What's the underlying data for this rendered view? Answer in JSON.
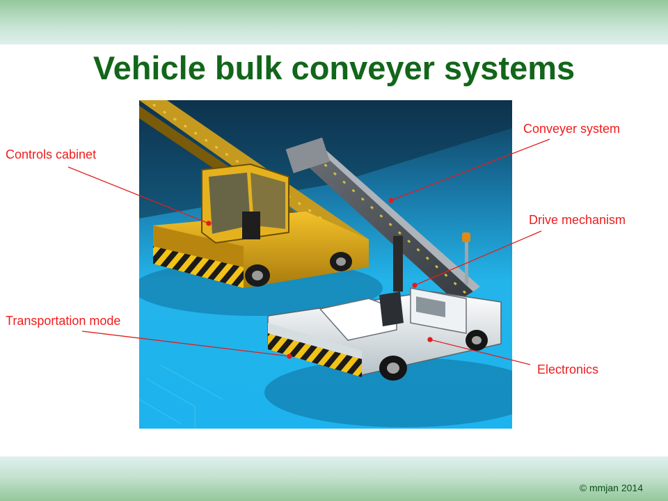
{
  "slide": {
    "title": "Vehicle bulk conveyer systems",
    "copyright": "© mmjan 2014"
  },
  "labels": {
    "controls_cabinet": "Controls cabinet",
    "conveyer_system": "Conveyer system",
    "drive_mechanism": "Drive mechanism",
    "transportation_mode": "Transportation mode",
    "electronics": "Electronics"
  },
  "colors": {
    "title": "#12661a",
    "label": "#ee1c1c",
    "band": "#94c79b"
  }
}
